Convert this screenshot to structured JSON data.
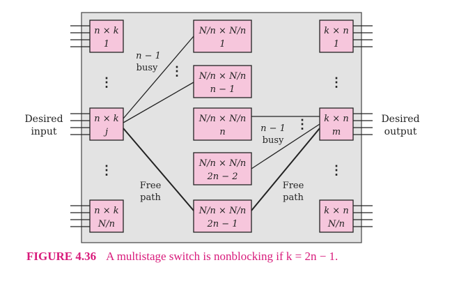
{
  "colors": {
    "panel": "#e3e3e3",
    "box": "#f6c6dc",
    "outline": "#222222",
    "caption": "#d81b7b",
    "text": "#222222"
  },
  "inputs": [
    {
      "top": "n × k",
      "bottom": "1"
    },
    {
      "top": "n × k",
      "bottom": "j"
    },
    {
      "top": "n × k",
      "bottom": "N/n"
    }
  ],
  "middles": [
    {
      "top": "N/n × N/n",
      "bottom": "1"
    },
    {
      "top": "N/n × N/n",
      "bottom": "n − 1"
    },
    {
      "top": "N/n × N/n",
      "bottom": "n"
    },
    {
      "top": "N/n × N/n",
      "bottom": "2n − 2"
    },
    {
      "top": "N/n × N/n",
      "bottom": "2n − 1"
    }
  ],
  "outputs": [
    {
      "top": "k × n",
      "bottom": "1"
    },
    {
      "top": "k × n",
      "bottom": "m"
    },
    {
      "top": "k × n",
      "bottom": "N/n"
    }
  ],
  "dots": "⋮",
  "labels": {
    "desired_input": [
      "Desired",
      "input"
    ],
    "desired_output": [
      "Desired",
      "output"
    ],
    "busy_left": [
      "n − 1",
      "busy"
    ],
    "busy_right": [
      "n − 1",
      "busy"
    ],
    "free_left": [
      "Free",
      "path"
    ],
    "free_right": [
      "Free",
      "path"
    ]
  },
  "caption": {
    "number": "FIGURE 4.36",
    "text": "A multistage switch is nonblocking if k = 2n − 1."
  }
}
